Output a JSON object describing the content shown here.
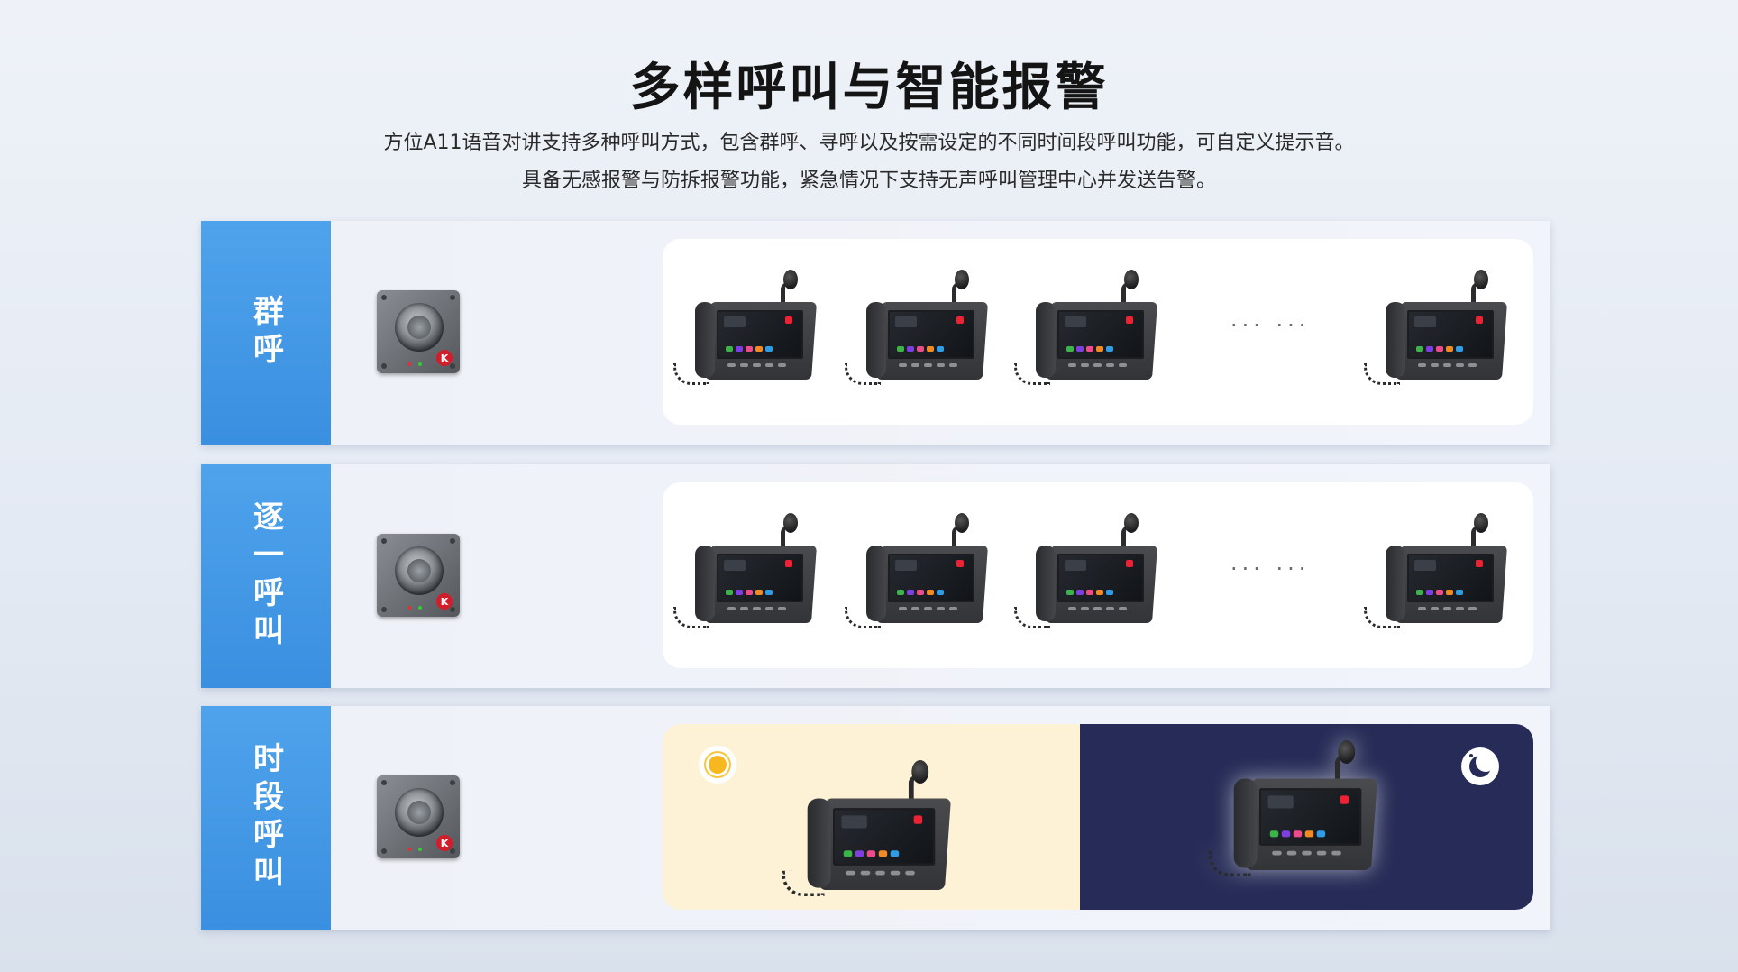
{
  "header": {
    "title": "多样呼叫与智能报警",
    "subtitle_line1": "方位A11语音对讲支持多种呼叫方式，包含群呼、寻呼以及按需设定的不同时间段呼叫功能，可自定义提示音。",
    "subtitle_line2": "具备无感报警与防拆报警功能，紧急情况下支持无声呼叫管理中心并发送告警。"
  },
  "rows": [
    {
      "label": "群呼",
      "ellipsis": "··· ···"
    },
    {
      "label": "逐一呼叫",
      "ellipsis": "··· ···"
    },
    {
      "label": "时段呼叫"
    }
  ],
  "colors": {
    "label_blue": "#3a8fe0",
    "night_panel": "#262c57",
    "day_panel": "#fdf2d6",
    "sos_red": "#d21d2a"
  },
  "icons": {
    "day": "sun-icon",
    "night": "moon-icon",
    "speaker": "intercom-speaker-icon",
    "terminal": "desk-phone-icon"
  },
  "speaker": {
    "sos_mark": "K"
  }
}
